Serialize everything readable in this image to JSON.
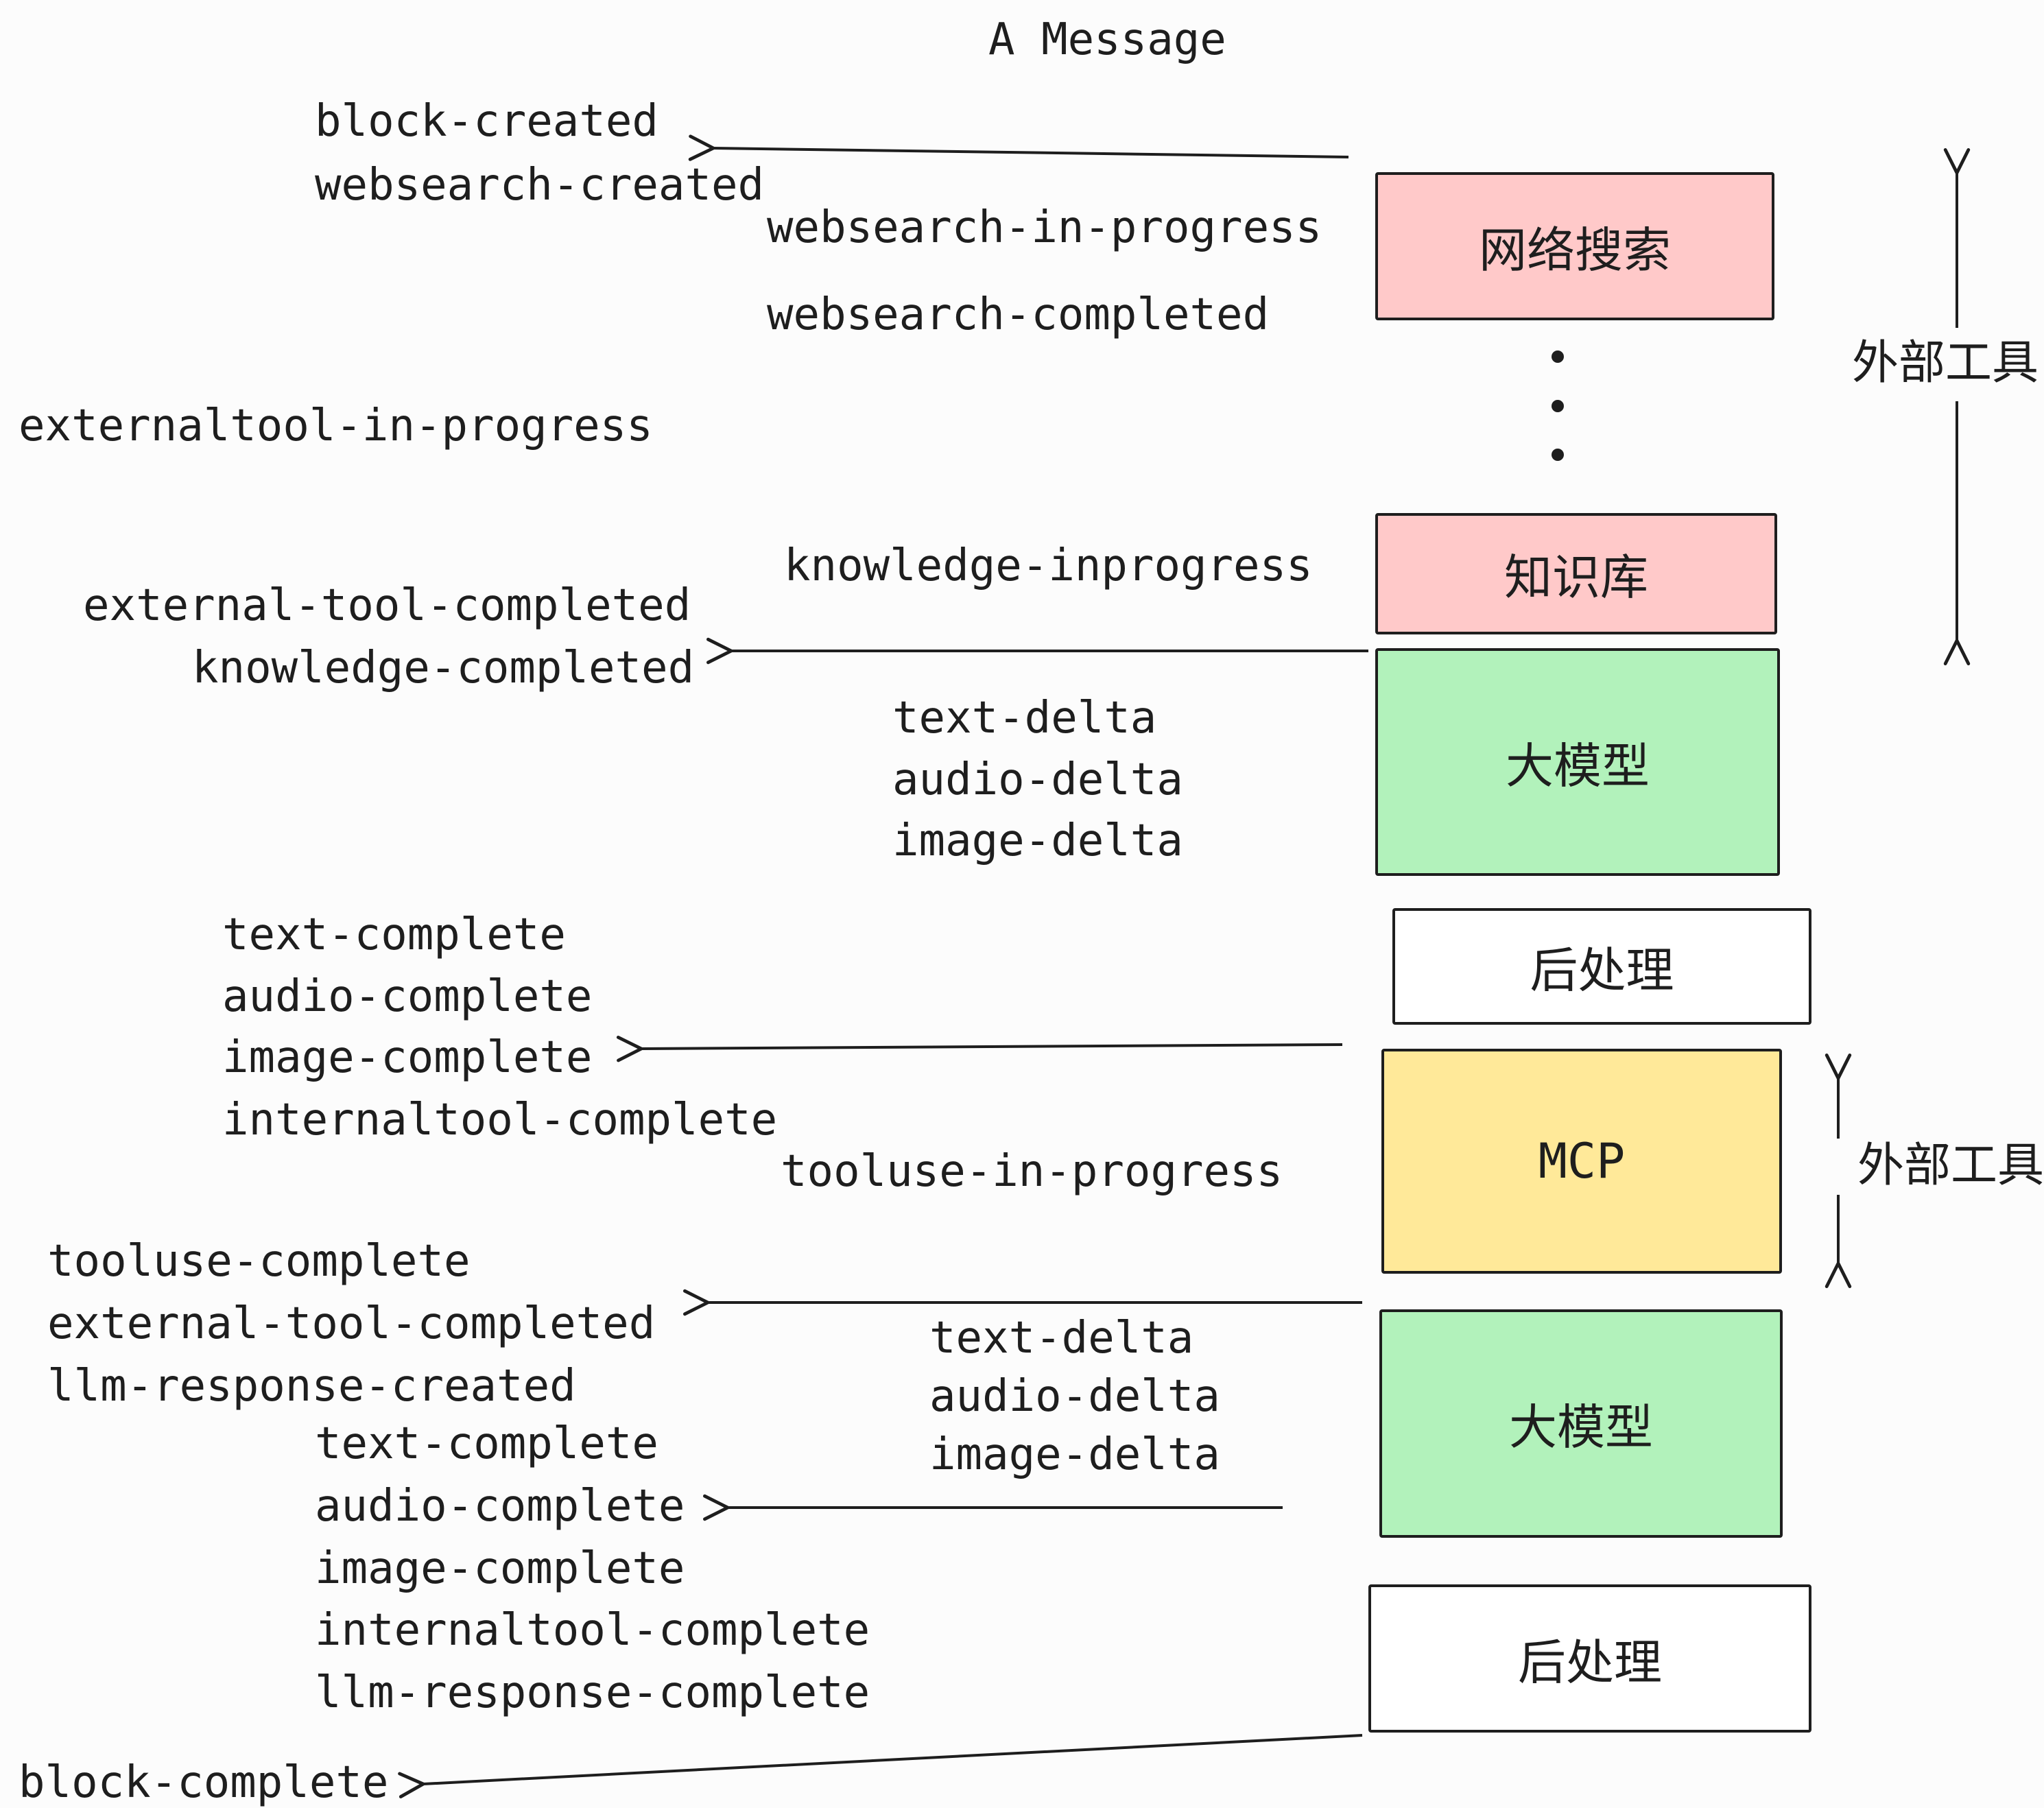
{
  "title": "A Message",
  "colors": {
    "ink": "#1e1e1e",
    "pink": "#ffc9c9",
    "green": "#b2f2bb",
    "yellow": "#ffe999",
    "white": "#ffffff"
  },
  "boxes": [
    {
      "label": "网络搜索",
      "color": "#ffc9c9"
    },
    {
      "label": "知识库",
      "color": "#ffc9c9"
    },
    {
      "label": "大模型",
      "color": "#b2f2bb"
    },
    {
      "label": "后处理",
      "color": "#ffffff"
    },
    {
      "label": "MCP",
      "color": "#ffe999"
    },
    {
      "label": "大模型",
      "color": "#b2f2bb"
    },
    {
      "label": "后处理",
      "color": "#ffffff"
    }
  ],
  "side_label": "外部工具",
  "events": {
    "block_created": "block-created",
    "websearch_created": "websearch-created",
    "websearch_in_progress": "websearch-in-progress",
    "websearch_completed": "websearch-completed",
    "externaltool_in_progress": "externaltool-in-progress",
    "knowledge_inprogress": "knowledge-inprogress",
    "external_tool_completed": "external-tool-completed",
    "knowledge_completed": "knowledge-completed",
    "text_delta": "text-delta",
    "audio_delta": "audio-delta",
    "image_delta": "image-delta",
    "text_complete": "text-complete",
    "audio_complete": "audio-complete",
    "image_complete": "image-complete",
    "internaltool_complete": "internaltool-complete",
    "tooluse_in_progress": "tooluse-in-progress",
    "tooluse_complete": "tooluse-complete",
    "llm_response_created": "llm-response-created",
    "llm_response_complete": "llm-response-complete",
    "block_complete": "block-complete"
  }
}
